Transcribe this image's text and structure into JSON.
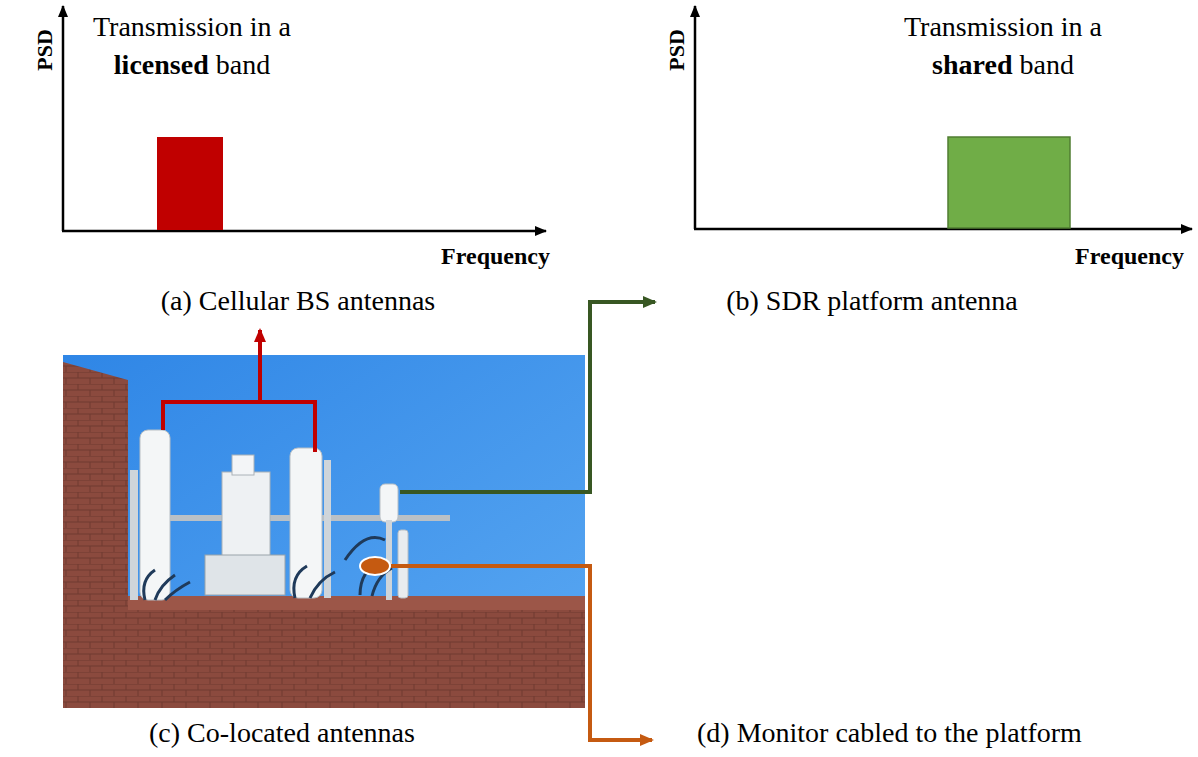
{
  "diagram": {
    "labels": [
      "PSD",
      "Transmission in a",
      "licensed",
      "band",
      "Frequency",
      "(a) Cellular BS antennas",
      "PSD",
      "Transmission in a",
      "shared",
      "band",
      "Frequency",
      "(b) SDR platform antenna",
      "(c) Co-located antennas",
      "(d) Monitor cabled to the platform"
    ]
  }
}
